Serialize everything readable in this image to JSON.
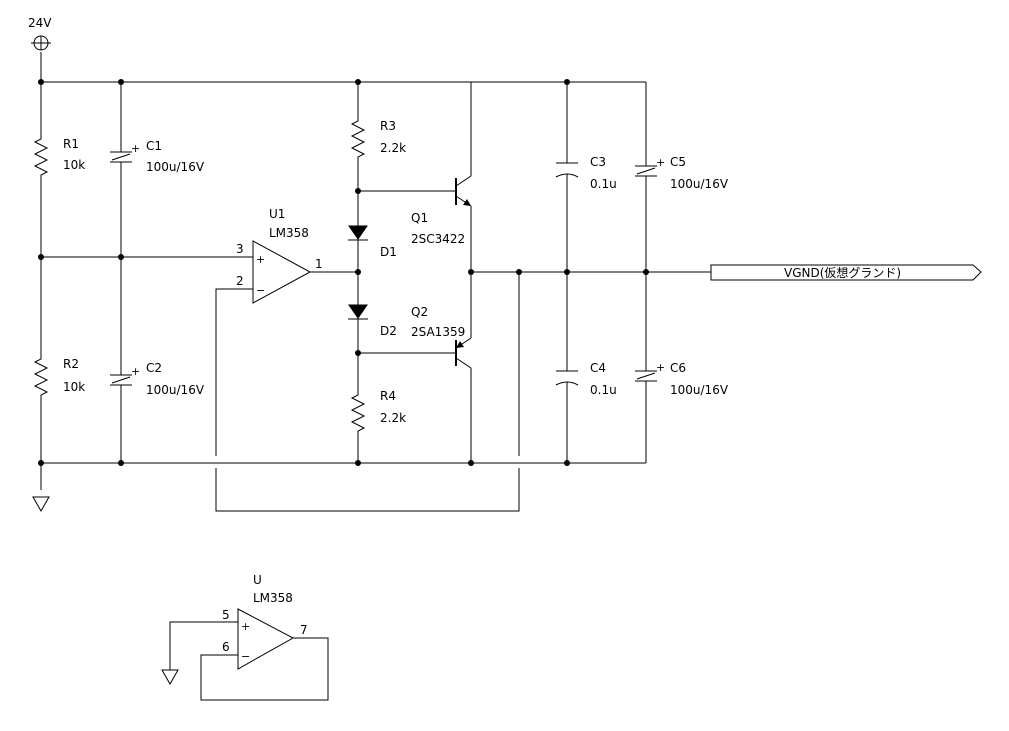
{
  "supply": {
    "label": "24V"
  },
  "resistors": {
    "r1": {
      "ref": "R1",
      "value": "10k"
    },
    "r2": {
      "ref": "R2",
      "value": "10k"
    },
    "r3": {
      "ref": "R3",
      "value": "2.2k"
    },
    "r4": {
      "ref": "R4",
      "value": "2.2k"
    }
  },
  "capacitors": {
    "c1": {
      "ref": "C1",
      "value": "100u/16V"
    },
    "c2": {
      "ref": "C2",
      "value": "100u/16V"
    },
    "c3": {
      "ref": "C3",
      "value": "0.1u"
    },
    "c4": {
      "ref": "C4",
      "value": "0.1u"
    },
    "c5": {
      "ref": "C5",
      "value": "100u/16V"
    },
    "c6": {
      "ref": "C6",
      "value": "100u/16V"
    }
  },
  "diodes": {
    "d1": {
      "ref": "D1"
    },
    "d2": {
      "ref": "D2"
    }
  },
  "transistors": {
    "q1": {
      "ref": "Q1",
      "value": "2SC3422"
    },
    "q2": {
      "ref": "Q2",
      "value": "2SA1359"
    }
  },
  "opamp_main": {
    "ref": "U1",
    "value": "LM358",
    "pin_plus": "3",
    "pin_minus": "2",
    "pin_out": "1",
    "plus_sign": "+",
    "minus_sign": "−"
  },
  "opamp_unused": {
    "ref": "U",
    "value": "LM358",
    "pin_plus": "5",
    "pin_minus": "6",
    "pin_out": "7",
    "plus_sign": "+",
    "minus_sign": "−"
  },
  "net_output": {
    "label": "VGND(仮想グランド)"
  },
  "polarity_mark": "+"
}
